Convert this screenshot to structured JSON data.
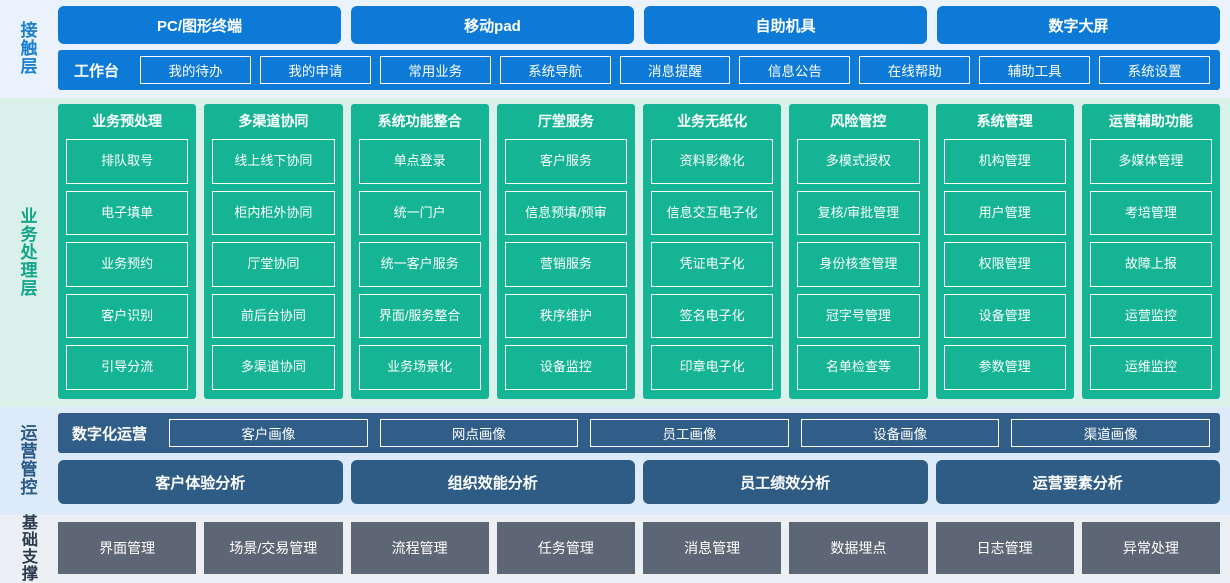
{
  "access_layer": {
    "side_label": "接触层",
    "channels": [
      "PC/图形终端",
      "移动pad",
      "自助机具",
      "数字大屏"
    ],
    "workbench_label": "工作台",
    "chips": [
      "我的待办",
      "我的申请",
      "常用业务",
      "系统导航",
      "消息提醒",
      "信息公告",
      "在线帮助",
      "辅助工具",
      "系统设置"
    ]
  },
  "business_layer": {
    "side_label": "业务处理层",
    "columns": [
      {
        "title": "业务预处理",
        "items": [
          "排队取号",
          "电子填单",
          "业务预约",
          "客户识别",
          "引导分流"
        ]
      },
      {
        "title": "多渠道协同",
        "items": [
          "线上线下协同",
          "柜内柜外协同",
          "厅堂协同",
          "前后台协同",
          "多渠道协同"
        ]
      },
      {
        "title": "系统功能整合",
        "items": [
          "单点登录",
          "统一门户",
          "统一客户服务",
          "界面/服务整合",
          "业务场景化"
        ]
      },
      {
        "title": "厅堂服务",
        "items": [
          "客户服务",
          "信息预填/预审",
          "营销服务",
          "秩序维护",
          "设备监控"
        ]
      },
      {
        "title": "业务无纸化",
        "items": [
          "资料影像化",
          "信息交互电子化",
          "凭证电子化",
          "签名电子化",
          "印章电子化"
        ]
      },
      {
        "title": "风险管控",
        "items": [
          "多模式授权",
          "复核/审批管理",
          "身份核查管理",
          "冠字号管理",
          "名单检查等"
        ]
      },
      {
        "title": "系统管理",
        "items": [
          "机构管理",
          "用户管理",
          "权限管理",
          "设备管理",
          "参数管理"
        ]
      },
      {
        "title": "运营辅助功能",
        "items": [
          "多媒体管理",
          "考培管理",
          "故障上报",
          "运营监控",
          "运维监控"
        ]
      }
    ]
  },
  "operations_layer": {
    "side_label": "运营管控",
    "digital_ops_label": "数字化运营",
    "portraits": [
      "客户画像",
      "网点画像",
      "员工画像",
      "设备画像",
      "渠道画像"
    ],
    "analyses": [
      "客户体验分析",
      "组织效能分析",
      "员工绩效分析",
      "运营要素分析"
    ]
  },
  "foundation_layer": {
    "side_label": "基础支撑",
    "items": [
      "界面管理",
      "场景/交易管理",
      "流程管理",
      "任务管理",
      "消息管理",
      "数据埋点",
      "日志管理",
      "异常处理"
    ]
  },
  "colors": {
    "access_accent": "#0d7ad8",
    "access_bg": "#eaf3fd",
    "business_accent": "#14b495",
    "business_bg": "#d9f1ea",
    "operations_accent": "#2f5c85",
    "operations_bg": "#dceafa",
    "foundation_accent": "#5d6674",
    "foundation_bg": "#eceff3"
  }
}
